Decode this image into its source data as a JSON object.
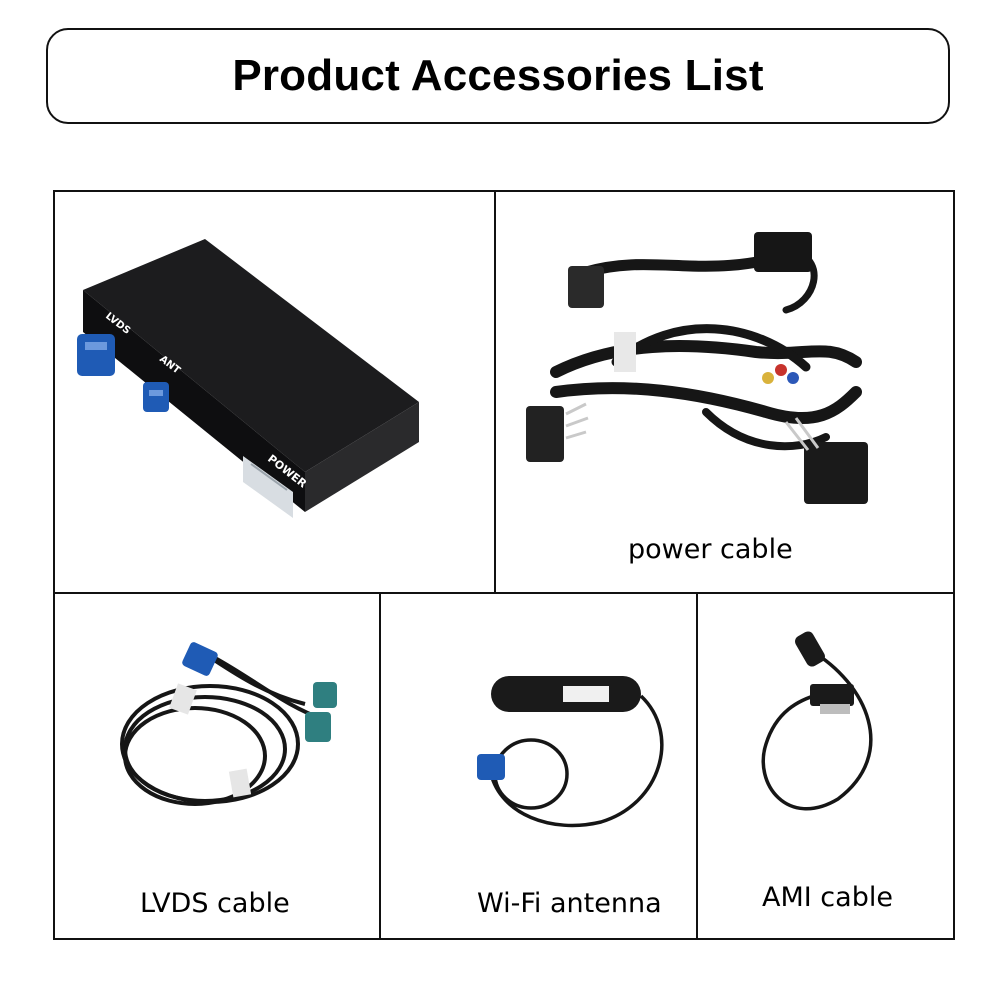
{
  "title": "Product Accessories List",
  "items": [
    {
      "name": "main module",
      "caption": "",
      "port_labels": [
        "LVDS",
        "ANT",
        "POWER"
      ]
    },
    {
      "name": "power harness",
      "caption": "power cable"
    },
    {
      "name": "lvds harness",
      "caption": "LVDS cable"
    },
    {
      "name": "wifi antenna",
      "caption": "Wi-Fi antenna"
    },
    {
      "name": "ami harness",
      "caption": "AMI cable"
    }
  ],
  "colors": {
    "border": "#111111",
    "connector_blue": "#1f5bb5",
    "connector_teal": "#2f7f80",
    "cable": "#161616"
  }
}
